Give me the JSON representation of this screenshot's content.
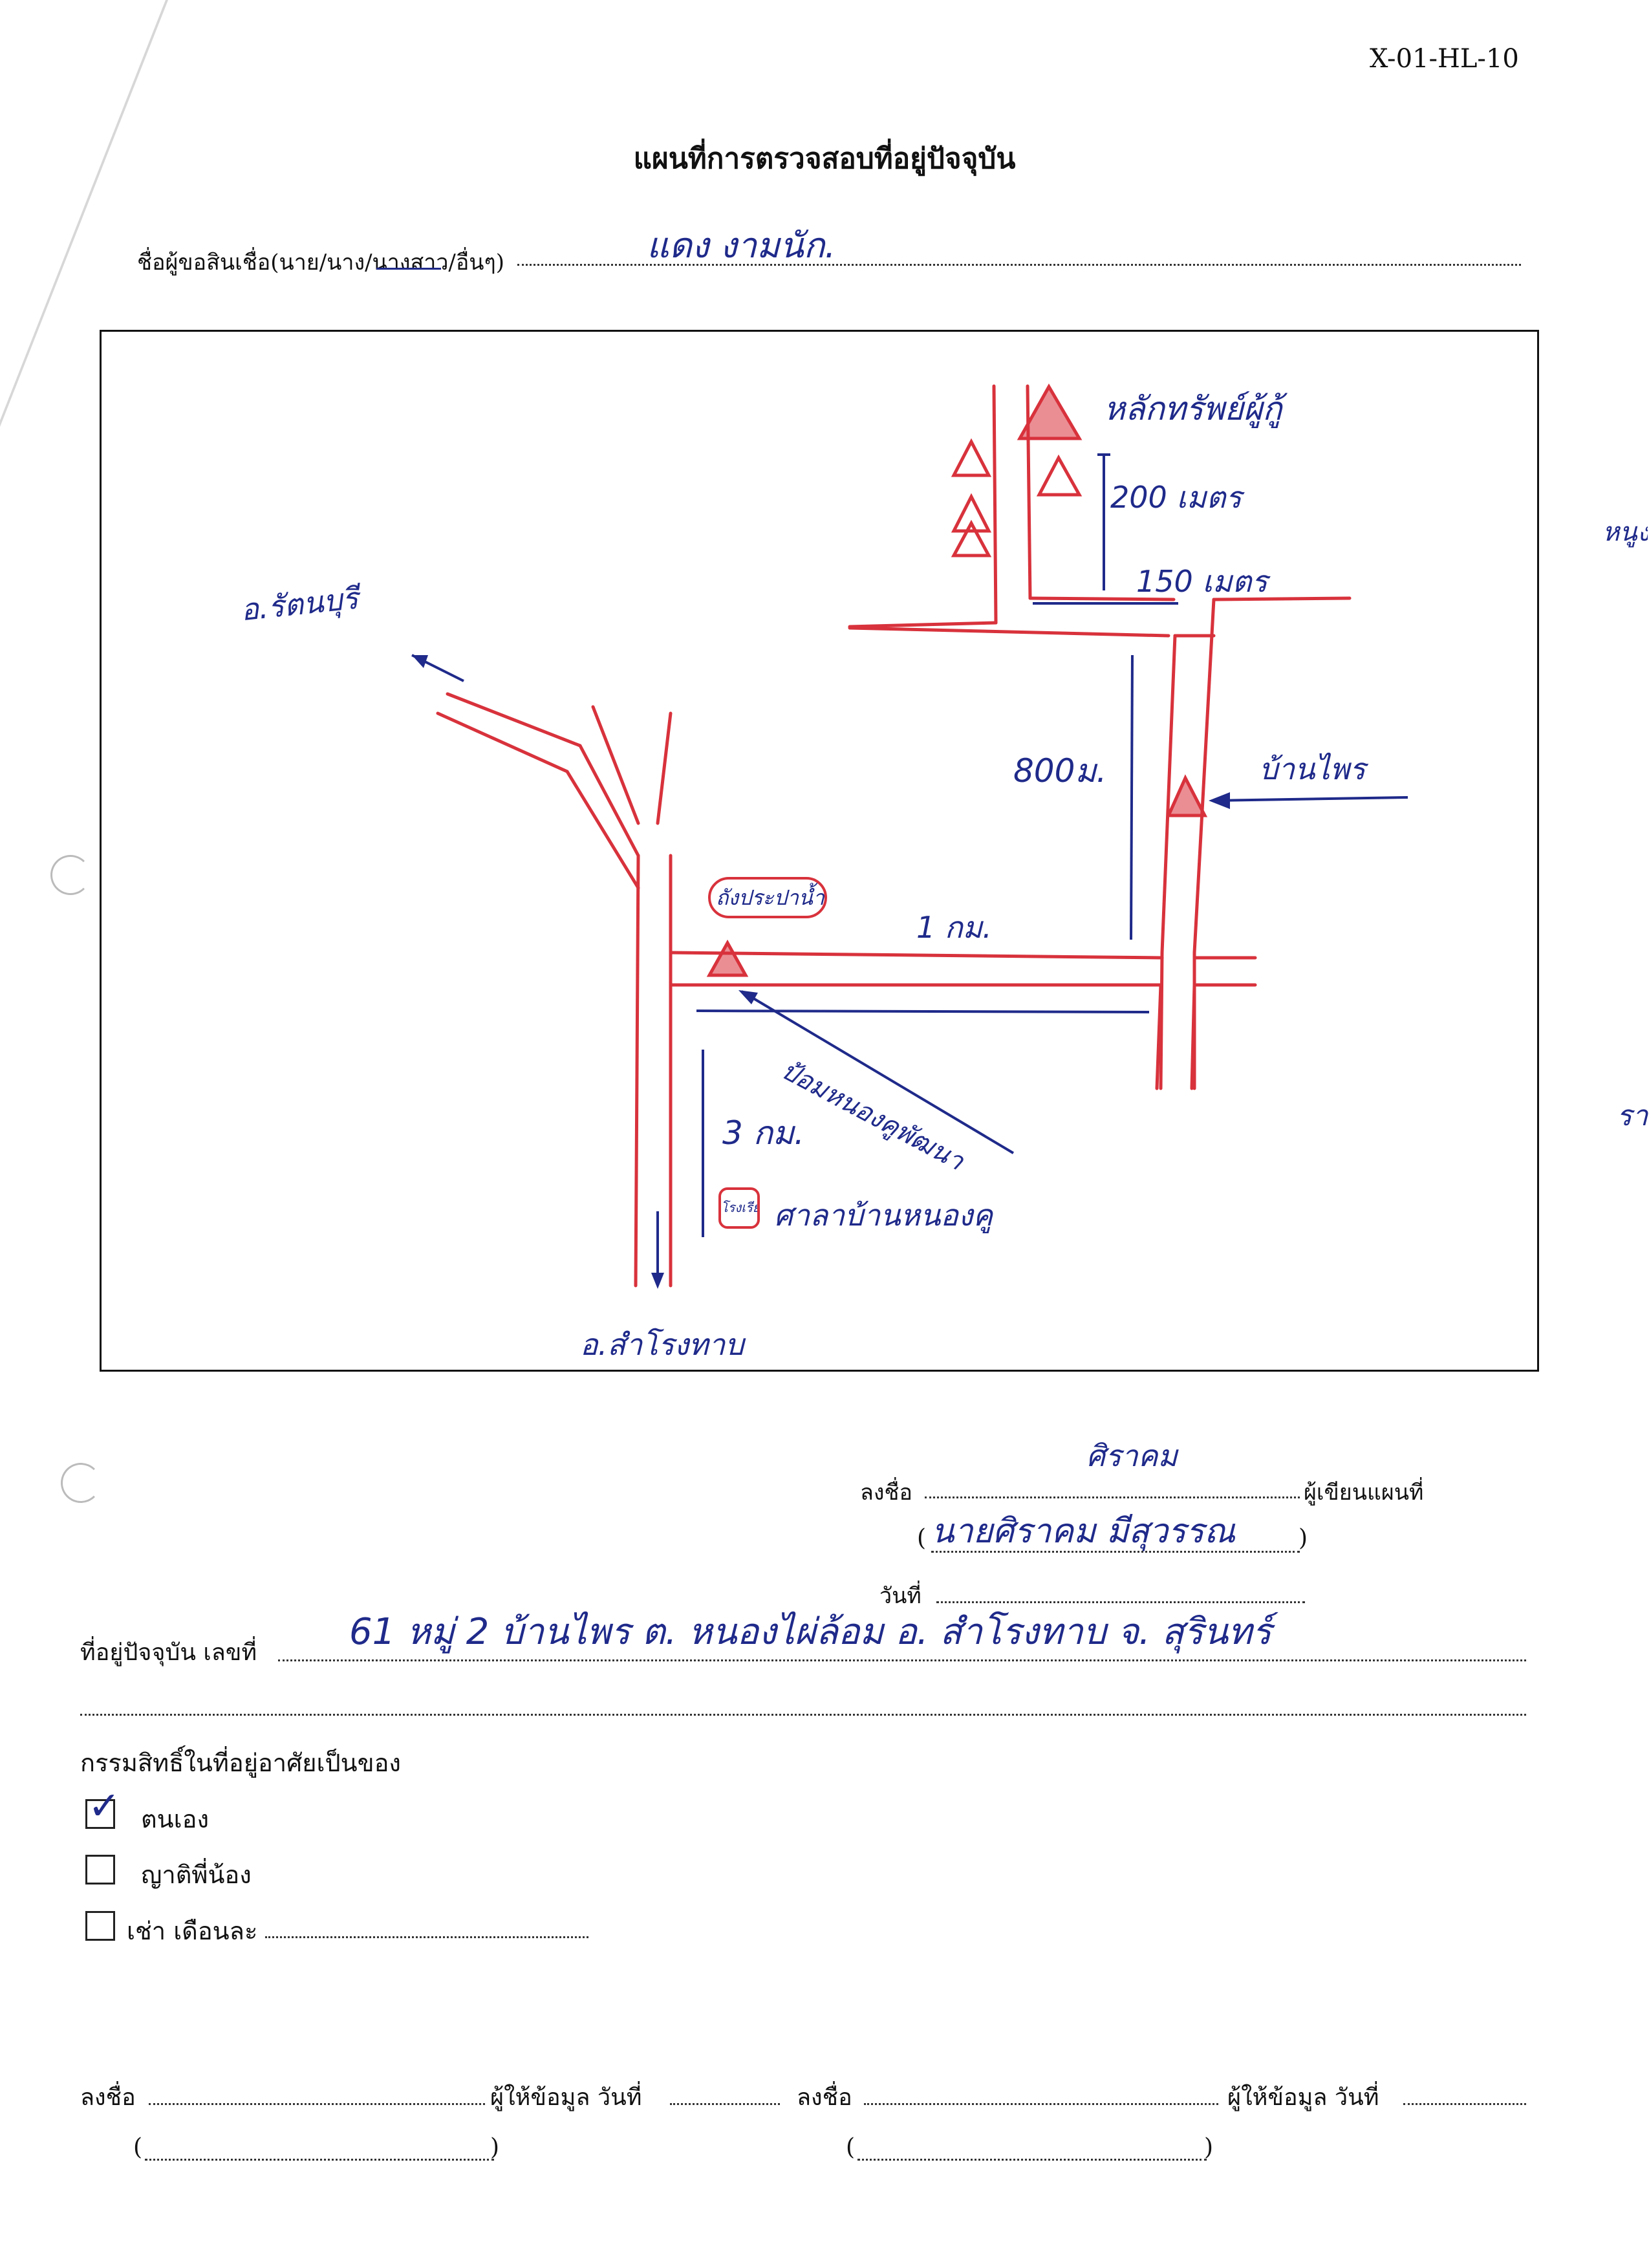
{
  "form_code": "X-01-HL-10",
  "title": "แผนที่การตรวจสอบที่อยู่ปัจจุบัน",
  "applicant": {
    "label": "ชื่อผู้ขอสินเชื่อ(นาย/นาง/นางสาว/อื่นๆ)",
    "value": "แดง งามนัก."
  },
  "map": {
    "labels": {
      "collateral": "หลักทรัพย์ผู้กู้",
      "dist_200": "200 เมตร",
      "dist_150": "150 เมตร",
      "dist_800": "800ม.",
      "dist_1km": "1 กม.",
      "dist_3km": "3 กม.",
      "to_ratanaburi": "อ.รัตนบุรี",
      "ban_phai": "บ้านไพร",
      "water_tank": "ถังประปาน้ำ",
      "health_station": "ป้อมหนองคูพัฒนา",
      "school_marker": "โรงเรียน",
      "school": "ศาลาบ้านหนองคู",
      "to_samrong": "อ.สำโรงทาบ"
    }
  },
  "signature_block": {
    "sign_label": "ลงชื่อ",
    "role_label": "ผู้เขียนแผนที่",
    "signature_text": "ศิราคม",
    "name_value": "นายศิราคม มีสุวรรณ",
    "date_label": "วันที่"
  },
  "address": {
    "label": "ที่อยู่ปัจจุบัน เลขที่",
    "value": "61 หมู่ 2 บ้านไพร ต. หนองไผ่ล้อม อ. สำโรงทาบ จ. สุรินทร์"
  },
  "ownership": {
    "heading": "กรรมสิทธิ์ในที่อยู่อาศัยเป็นของ",
    "options": [
      {
        "label": "ตนเอง",
        "checked": true
      },
      {
        "label": "ญาติพี่น้อง",
        "checked": false
      },
      {
        "label": "เช่า เดือนละ",
        "checked": false
      }
    ]
  },
  "bottom_signatures": {
    "sign_label": "ลงชื่อ",
    "informant_label": "ผู้ให้ข้อมูล วันที่",
    "open_paren": "(",
    "close_paren": ")"
  },
  "margin_marks": {
    "right_1": "หนูง",
    "right_2": "รา"
  },
  "colors": {
    "ink_blue": "#1f2a8a",
    "road_red": "#d8323c",
    "print_black": "#111111"
  }
}
